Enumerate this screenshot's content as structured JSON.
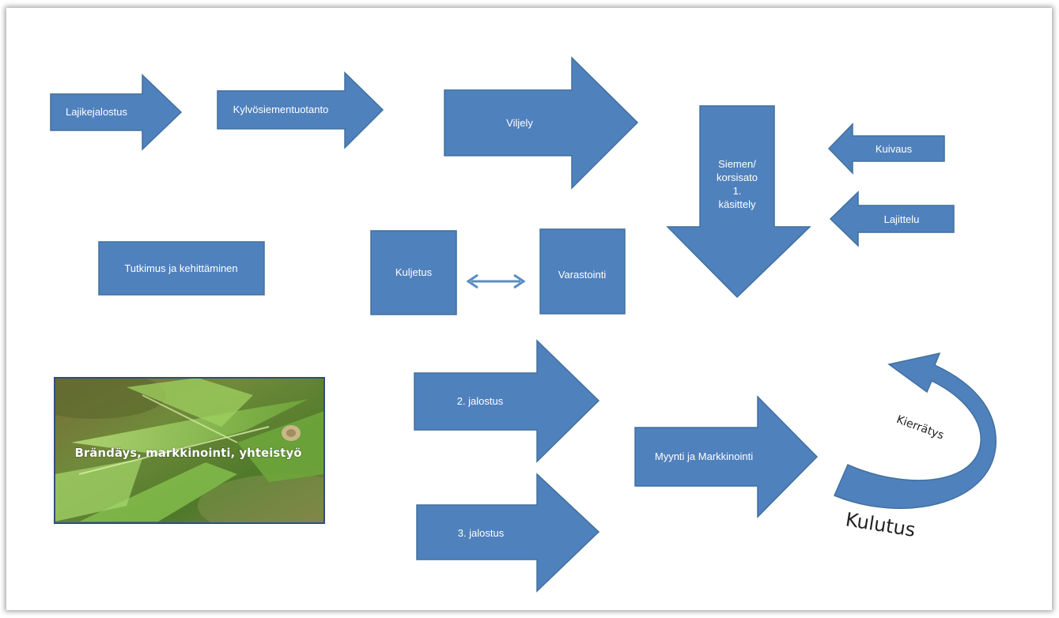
{
  "diagram": {
    "nodes": {
      "lajikejalostus": "Lajikejalostus",
      "kylvosiementuotanto": "Kylvösiementuotanto",
      "viljely": "Viljely",
      "kasittely_line1": "Siemen/",
      "kasittely_line2": "korsisato",
      "kasittely_line3": "1.",
      "kasittely_line4": "käsittely",
      "kuivaus": "Kuivaus",
      "lajittelu": "Lajittelu",
      "tutkimus": "Tutkimus ja kehittäminen",
      "kuljetus": "Kuljetus",
      "varastointi": "Varastointi",
      "brandays": "Brändäys, markkinointi, yhteistyö",
      "jalostus2": "2. jalostus",
      "jalostus3": "3. jalostus",
      "myynti": "Myynti ja Markkinointi",
      "kierratys": "Kierrätys",
      "kulutus": "Kulutus"
    },
    "colors": {
      "shape_fill": "#4f81bd",
      "shape_stroke": "#41709d",
      "label_text": "#ffffff",
      "dark_text": "#222222"
    }
  }
}
